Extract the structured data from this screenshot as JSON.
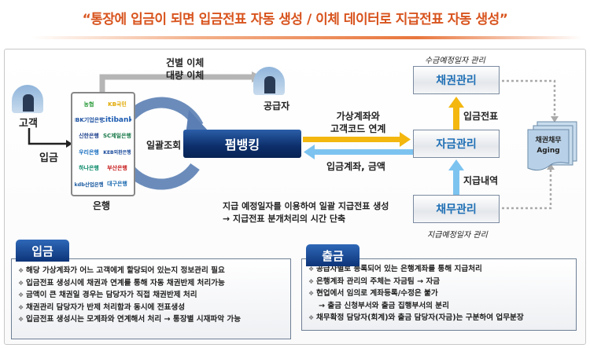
{
  "title": "“통장에 입금이 되면 입금전표 자동 생성 / 이체 데이터로 지급전표 자동 생성”",
  "diagram": {
    "customer": "고객",
    "deposit": "입금",
    "bank": "은행",
    "supplier": "공급자",
    "transfer_single": "건별 이체",
    "transfer_bulk": "대량 이체",
    "batch_query": "일괄조회",
    "firmbanking": "펌뱅킹",
    "virtual_account_1": "가상계좌와",
    "virtual_account_2": "고객코드 연계",
    "deposit_account": "입금계좌, 금액",
    "receivables": "채권관리",
    "receivables_note": "수금예정일자 관리",
    "funds": "자금관리",
    "payables": "채무관리",
    "payables_note": "지급예정일자 관리",
    "deposit_slip": "입금전표",
    "payment_details": "지급내역",
    "aging_1": "채권채무",
    "aging_2": "Aging",
    "note_1": "지급 예정일자를 이용하여 일괄 지급전표 생성",
    "note_2": "→ 지급전표 분개처리의 시간 단축",
    "banks": [
      {
        "name": "농협",
        "color": "#2a9a3a"
      },
      {
        "name": "KB국민",
        "color": "#e0a800"
      },
      {
        "name": "IBK기업은행",
        "color": "#1a4fa0"
      },
      {
        "name": "citibank",
        "color": "#1a5ab0"
      },
      {
        "name": "신한은행",
        "color": "#1b3f8c"
      },
      {
        "name": "SC제일은행",
        "color": "#1a7a4a"
      },
      {
        "name": "우리은행",
        "color": "#1a6fc0"
      },
      {
        "name": "KEB외환은행",
        "color": "#1a4a9a"
      },
      {
        "name": "하나은행",
        "color": "#0a8a6a"
      },
      {
        "name": "부산은행",
        "color": "#c81e1e"
      },
      {
        "name": "kdb산업은행",
        "color": "#1a5aa0"
      },
      {
        "name": "대구은행",
        "color": "#1a6ab0"
      }
    ]
  },
  "deposit_panel": {
    "label": "입금",
    "items": [
      "해당 가상계좌가 어느 고객에게 할당되어 있는지 정보관리 필요",
      "입금전표 생성시에 채권과 연계를 통해 자동 채권반제 처리가능",
      "금액이 큰 채권일 경우는 담당자가 직접 채권반제 처리",
      "채권관리 담당자가 반제 처리함과 동시에 전표생성",
      "입금전표 생성시는 모계좌와 연계해서 처리 → 통장별 시재파악 가능"
    ]
  },
  "withdraw_panel": {
    "label": "출금",
    "items": [
      "공급자별로 등록되어 있는 은행계좌를 통해 지급처리",
      "은행계좌 관리의 주체는 자금팀 → 자금",
      "현업에서 임의로 계좌등록/수정은 불가",
      "→ 출금 신청부서와 출금 집행부서의 분리",
      "채무확정 담당자(회계)와 출금 담당자(자금)는 구분하여 업무분장"
    ]
  }
}
